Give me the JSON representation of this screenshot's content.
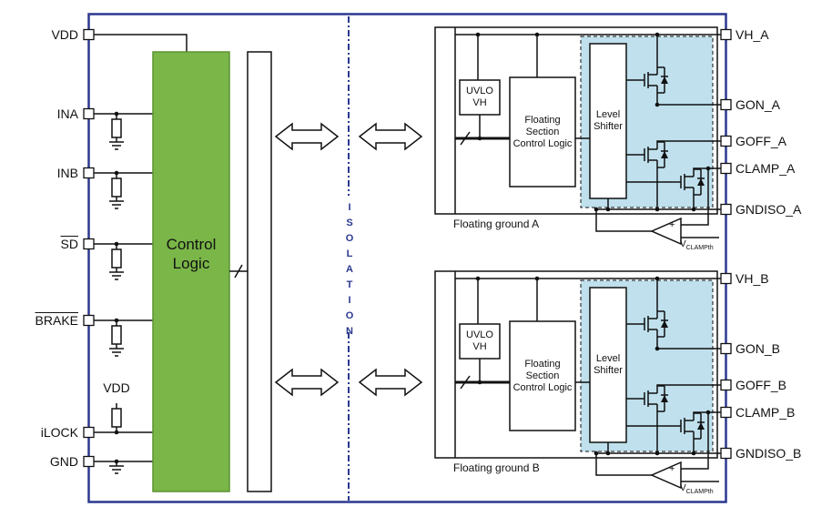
{
  "colors": {
    "blue": "#2b3990",
    "green": "#7ab648",
    "lightblue": "#bfe0ec"
  },
  "left_pins": {
    "vdd": "VDD",
    "ina": "INA",
    "inb": "INB",
    "sd": "SD",
    "brake": "BRAKE",
    "ilock": "iLOCK",
    "gnd": "GND",
    "vdd_pullup": "VDD"
  },
  "core": {
    "control_logic": "Control Logic",
    "isolation": "ISOLATION"
  },
  "channel_a": {
    "pins": {
      "vh": "VH_A",
      "gon": "GON_A",
      "goff": "GOFF_A",
      "clamp": "CLAMP_A",
      "gndiso": "GNDISO_A"
    },
    "uvlo": "UVLO VH",
    "floating_logic": "Floating Section Control Logic",
    "level_shifter": "Level Shifter",
    "ground_label": "Floating ground A",
    "comparator_plus": "+",
    "vclamp_main": "V",
    "vclamp_sub": "CLAMPth"
  },
  "channel_b": {
    "pins": {
      "vh": "VH_B",
      "gon": "GON_B",
      "goff": "GOFF_B",
      "clamp": "CLAMP_B",
      "gndiso": "GNDISO_B"
    },
    "uvlo": "UVLO VH",
    "floating_logic": "Floating Section Control Logic",
    "level_shifter": "Level Shifter",
    "ground_label": "Floating ground B",
    "comparator_plus": "+",
    "vclamp_main": "V",
    "vclamp_sub": "CLAMPth"
  }
}
